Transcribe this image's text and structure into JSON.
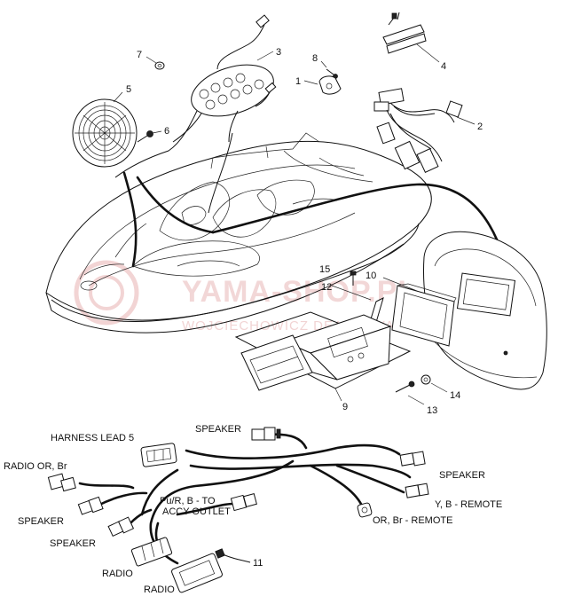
{
  "watermark": {
    "brand": "YAMA-SHOP.PL",
    "sub": "WOJCIECHOWICZ DEALER YAMAHA"
  },
  "callouts": [
    "1",
    "2",
    "3",
    "4",
    "5",
    "6",
    "7",
    "8",
    "9",
    "10",
    "11",
    "12",
    "13",
    "14",
    "15"
  ],
  "harness_labels": {
    "harness_lead": "HARNESS LEAD 5",
    "speaker_top": "SPEAKER",
    "radio_or_br": "RADIO OR, Br",
    "speaker_right": "SPEAKER",
    "speaker_left": "SPEAKER",
    "accy_line1": "Pu/R, B - TO",
    "accy_line2": "ACCY OUTLET",
    "yb_remote": "Y, B - REMOTE",
    "speaker_lower": "SPEAKER",
    "orbr_remote": "OR, Br - REMOTE",
    "radio_1": "RADIO",
    "radio_2": "RADIO"
  }
}
